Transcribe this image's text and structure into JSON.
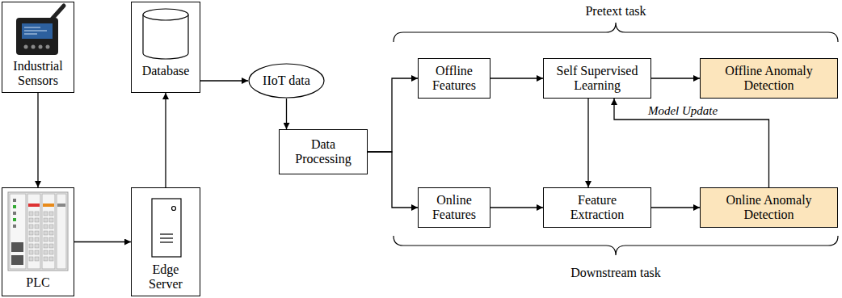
{
  "diagram": {
    "nodes": [
      {
        "text": [
          "Industrial Sensors"
        ]
      },
      {
        "text": [
          "Database"
        ]
      },
      {
        "text": [
          "PLC"
        ]
      },
      {
        "text": [
          "Edge Server"
        ]
      },
      {
        "text": [
          "IIoT data"
        ]
      },
      {
        "text": [
          "Data Processing"
        ]
      },
      {
        "text": [
          "Offline Features"
        ]
      },
      {
        "text": [
          "Self Supervised Learning"
        ]
      },
      {
        "text": [
          "Offline Anomaly Detection"
        ]
      },
      {
        "text": [
          "Online Features"
        ]
      },
      {
        "text": [
          "Feature Extraction"
        ]
      },
      {
        "text": [
          "Online Anomaly Detection"
        ]
      }
    ],
    "edges": [
      {
        "from": 0,
        "to": 2,
        "arrow": "to"
      },
      {
        "from": 2,
        "to": 3,
        "arrow": "to"
      },
      {
        "from": 3,
        "to": 1,
        "arrow": "to"
      },
      {
        "from": 1,
        "to": 4,
        "arrow": "to"
      },
      {
        "from": 4,
        "to": 5,
        "arrow": "to"
      },
      {
        "from": 5,
        "to": 6,
        "arrow": "to"
      },
      {
        "from": 5,
        "to": 9,
        "arrow": "to"
      },
      {
        "from": 6,
        "to": 7,
        "arrow": "to"
      },
      {
        "from": 7,
        "to": 8,
        "arrow": "to"
      },
      {
        "from": 9,
        "to": 10,
        "arrow": "to"
      },
      {
        "from": 10,
        "to": 11,
        "arrow": "to"
      },
      {
        "from": 7,
        "to": 10,
        "arrow": "to"
      },
      {
        "from": 11,
        "to": 7,
        "label": "Model Update",
        "arrow": "to"
      }
    ],
    "labels": [
      "Pretext task",
      "Downstream task"
    ]
  }
}
